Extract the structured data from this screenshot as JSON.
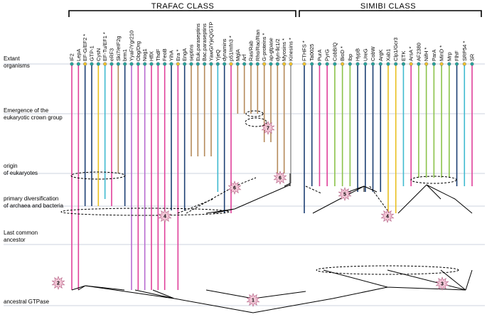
{
  "classes": {
    "trafac": "TRAFAC CLASS",
    "simibi": "SIMIBI CLASS"
  },
  "stages": [
    {
      "id": "extant",
      "lines": [
        "Extant",
        "organisms"
      ]
    },
    {
      "id": "crown",
      "lines": [
        "Emergence of the",
        "eukaryotic crown group"
      ]
    },
    {
      "id": "origin",
      "lines": [
        "origin",
        "of eukaryotes"
      ]
    },
    {
      "id": "primary",
      "lines": [
        "primary diversification",
        "of archaea and bacteria"
      ]
    },
    {
      "id": "lca",
      "lines": [
        "Last common",
        "ancestor"
      ]
    },
    {
      "id": "ancestral",
      "lines": [
        "ancestral GTPase"
      ]
    }
  ],
  "trafac_genes": [
    {
      "label": "IF2",
      "color": "#e0409a"
    },
    {
      "label": "LepA",
      "color": "#e0409a"
    },
    {
      "label": "EF-G/EF2 *",
      "color": "#1d3f73"
    },
    {
      "label": "GTP-1",
      "color": "#1d3f73"
    },
    {
      "label": "CysN",
      "color": "#e8c020"
    },
    {
      "label": "EF-Tu/EF1 *",
      "color": "#3fbad0"
    },
    {
      "label": "eRF3",
      "color": "#e0409a"
    },
    {
      "label": "Ski7/eIF2g",
      "color": "#b58a5a"
    },
    {
      "label": "brm1",
      "color": "#1d3f73"
    },
    {
      "label": "YyaF/Ygr210",
      "color": "#b86ad0"
    },
    {
      "label": "Obg/Drg",
      "color": "#e0409a"
    },
    {
      "label": "Nog1",
      "color": "#b86ad0"
    },
    {
      "label": "HflX",
      "color": "#e0409a"
    },
    {
      "label": "ThdF",
      "color": "#e0409a"
    },
    {
      "label": "FeoB",
      "color": "#e0409a"
    },
    {
      "label": "YihA",
      "color": "#1d3f73"
    },
    {
      "label": "Era *",
      "color": "#e0409a"
    },
    {
      "label": "EngA",
      "color": "#1d3f73"
    },
    {
      "label": "septins",
      "color": "#b58a5a"
    },
    {
      "label": "Euk.paraseptins",
      "color": "#b58a5a"
    },
    {
      "label": "Bac.paraseptins",
      "color": "#b58a5a"
    },
    {
      "label": "YawG/YjeQ/GTP",
      "color": "#b58a5a"
    },
    {
      "label": "YjeQ",
      "color": "#3fbad0"
    },
    {
      "label": "dynamins",
      "color": "#1d3f73"
    },
    {
      "label": "p51/mfn3 *",
      "color": "#e0409a"
    },
    {
      "label": "MglA",
      "color": "#b58a5a"
    },
    {
      "label": "Arf",
      "color": "#b58a5a"
    },
    {
      "label": "Ras/Rab",
      "color": "#b58a5a"
    },
    {
      "label": "Rho/Rac/Ran",
      "color": "#b58a5a"
    },
    {
      "label": "G-proteins *",
      "color": "#b58a5a"
    },
    {
      "label": "ap-gtpase",
      "color": "#b58a5a"
    },
    {
      "label": "dyn-llc1/2",
      "color": "#b58a5a"
    },
    {
      "label": "Myosins *",
      "color": "#b58a5a"
    },
    {
      "label": "Kinesins *",
      "color": "#9a9a9a"
    }
  ],
  "simibi_genes": [
    {
      "label": "FTHFS *",
      "color": "#1d3f73"
    },
    {
      "label": "Ta0025",
      "color": "#1d3f73"
    },
    {
      "label": "PurA",
      "color": "#e0409a"
    },
    {
      "label": "PyrG",
      "color": "#e0409a"
    },
    {
      "label": "CobB/Q",
      "color": "#8bc34a"
    },
    {
      "label": "BioD *",
      "color": "#8bc34a"
    },
    {
      "label": "Ibp",
      "color": "#8bc34a"
    },
    {
      "label": "HypB",
      "color": "#1d3f73"
    },
    {
      "label": "UreG",
      "color": "#1d3f73"
    },
    {
      "label": "CobW",
      "color": "#1d3f73"
    },
    {
      "label": "ArgK",
      "color": "#1d3f73"
    },
    {
      "label": "Xab1",
      "color": "#e8c020"
    },
    {
      "label": "Clp1/Gcr3",
      "color": "#e8c020"
    },
    {
      "label": "ETK",
      "color": "#3fbad0"
    },
    {
      "label": "ArsA *",
      "color": "#e0409a"
    },
    {
      "label": "AF2380",
      "color": "#8bc34a"
    },
    {
      "label": "NifH *",
      "color": "#8bc34a"
    },
    {
      "label": "ParA",
      "color": "#8bc34a"
    },
    {
      "label": "MinD *",
      "color": "#8bc34a"
    },
    {
      "label": "Mrp",
      "color": "#8bc34a"
    },
    {
      "label": "FlhF",
      "color": "#1d3f73"
    },
    {
      "label": "SRP54 *",
      "color": "#3fbad0"
    },
    {
      "label": "SR",
      "color": "#e0409a"
    }
  ],
  "events": [
    "1",
    "2",
    "3",
    "4",
    "4",
    "5",
    "6",
    "6",
    "7"
  ],
  "colors": {
    "pink": "#e0409a",
    "navy": "#1d3f73",
    "cyan": "#3fbad0",
    "tan": "#b58a5a",
    "yellow": "#e8c020",
    "green": "#8bc34a",
    "purple": "#b86ad0",
    "grid": "#9aa7c0",
    "node_teal": "#2aa39a",
    "node_yellow": "#f2c12e",
    "burst": "#f2c6d6"
  }
}
